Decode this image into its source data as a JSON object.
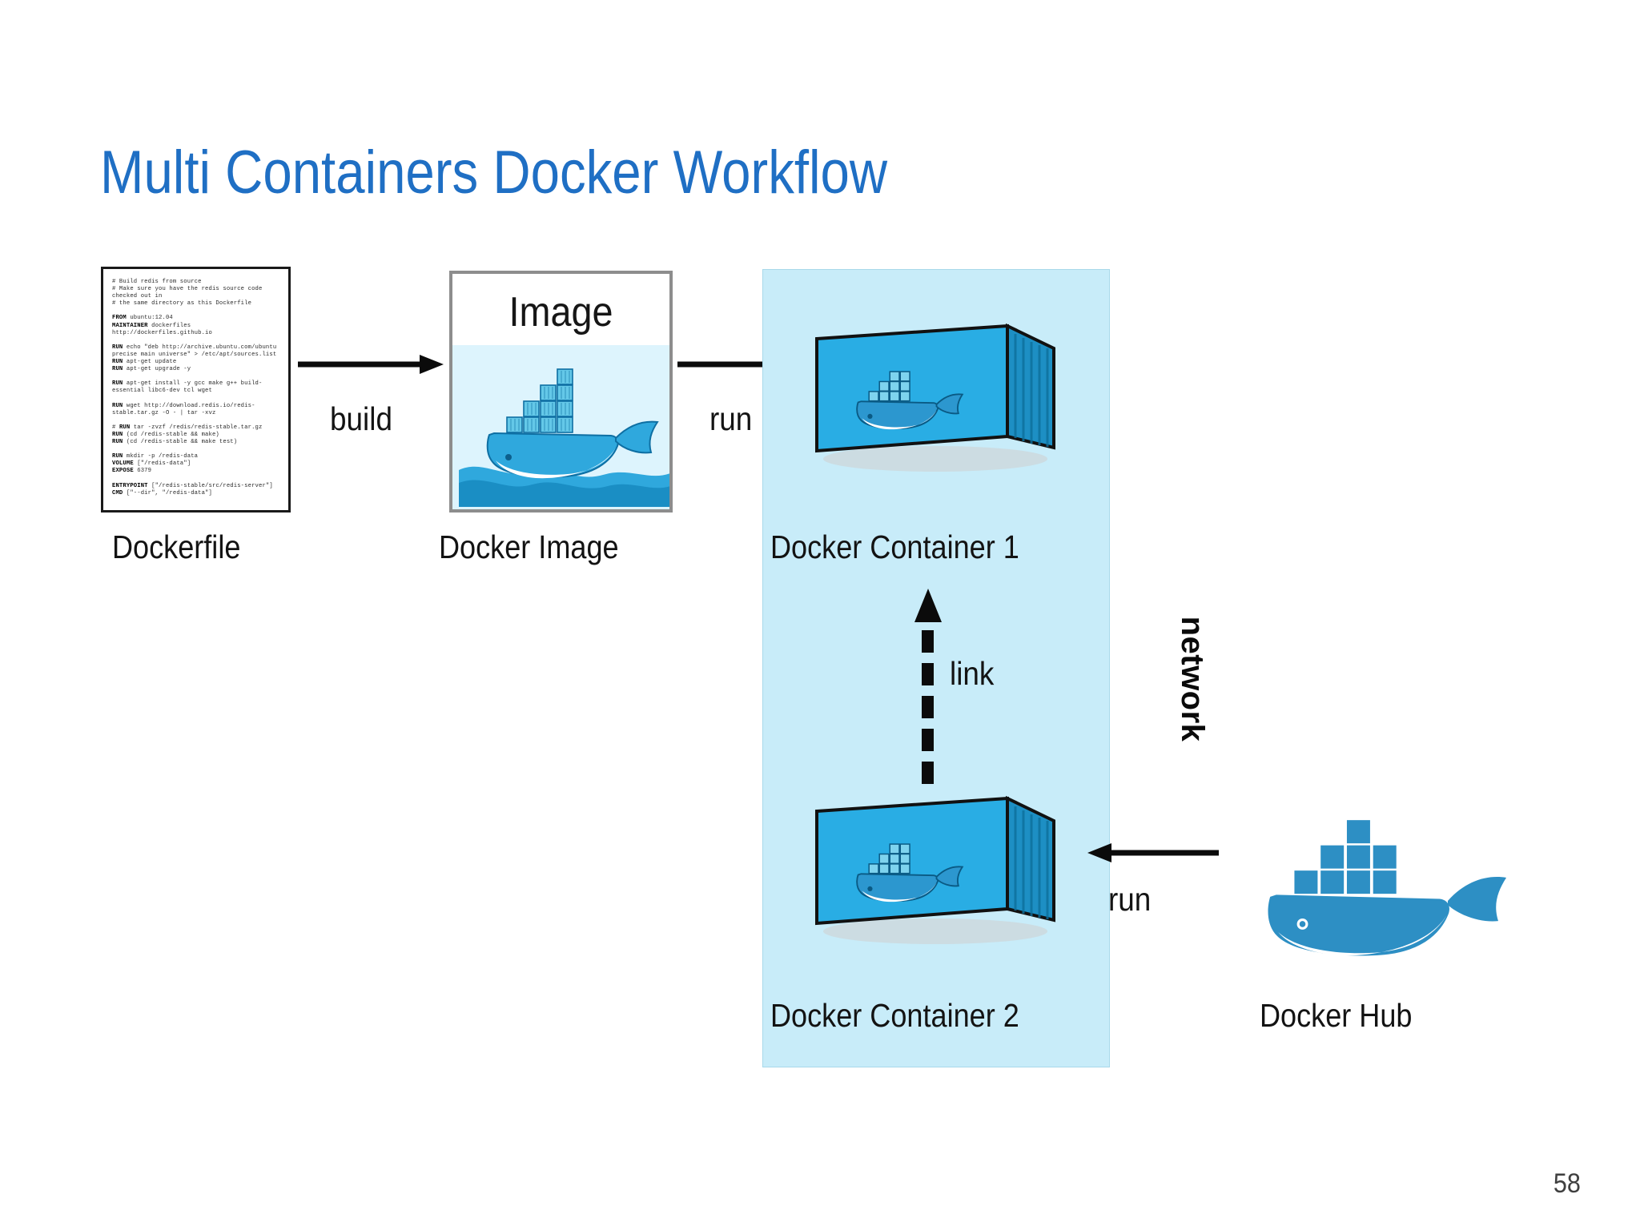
{
  "slide": {
    "title": "Multi Containers Docker Workflow",
    "page_number": "58",
    "title_color": "#1f6fc4",
    "network_panel_color": "#c8ecf9"
  },
  "dockerfile": {
    "caption": "Dockerfile",
    "code": "# Build redis from source\n# Make sure you have the redis source code checked out in\n# the same directory as this Dockerfile\n\nFROM ubuntu:12.04\nMAINTAINER dockerfiles http://dockerfiles.github.io\n\nRUN echo \"deb http://archive.ubuntu.com/ubuntu precise main universe\" > /etc/apt/sources.list\nRUN apt-get update\nRUN apt-get upgrade -y\n\nRUN apt-get install -y gcc make g++ build-essential libc6-dev tcl wget\n\nRUN wget http://download.redis.io/redis-stable.tar.gz -O - | tar -xvz\n\n# RUN tar -zvzf /redis/redis-stable.tar.gz\nRUN (cd /redis-stable && make)\nRUN (cd /redis-stable && make test)\n\nRUN mkdir -p /redis-data\nVOLUME [\"/redis-data\"]\nEXPOSE 6379\n\nENTRYPOINT [\"/redis-stable/src/redis-server\"]\nCMD [\"--dir\", \"/redis-data\"]"
  },
  "image_node": {
    "box_title": "Image",
    "caption": "Docker Image"
  },
  "network": {
    "label": "network"
  },
  "containers": {
    "container1_caption": "Docker Container 1",
    "container2_caption": "Docker Container 2"
  },
  "hub": {
    "caption": "Docker Hub"
  },
  "edges": {
    "build": "build",
    "run_top": "run",
    "run_bottom": "run",
    "link": "link"
  }
}
